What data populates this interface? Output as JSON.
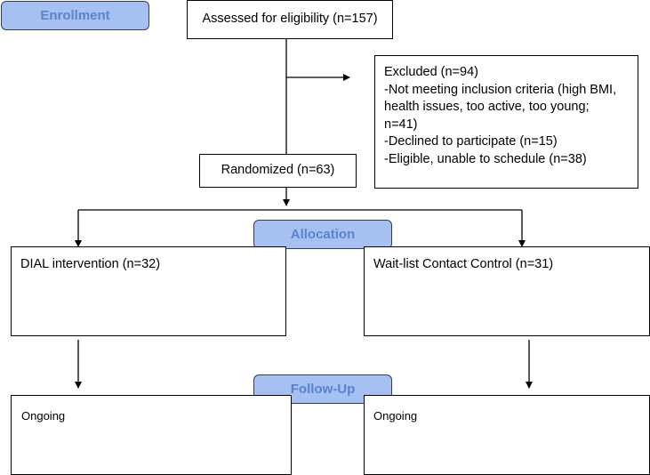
{
  "stages": {
    "enrollment": "Enrollment",
    "allocation": "Allocation",
    "follow_up": "Follow-Up"
  },
  "assessed": "Assessed for eligibility (n=157)",
  "excluded": {
    "lines": [
      "Excluded  (n=94)",
      "-Not meeting inclusion criteria (high BMI,",
      "health issues, too active, too young;",
      "n=41)",
      "-Declined to participate (n=15)",
      "-Eligible, unable to schedule (n=38)"
    ]
  },
  "randomized": "Randomized (n=63)",
  "arms": {
    "intervention": "DIAL intervention (n=32)",
    "control": "Wait-list Contact Control (n=31)"
  },
  "follow_up": {
    "intervention": "Ongoing",
    "control": "Ongoing"
  },
  "colors": {
    "stage_fill": "#a6c0f2",
    "stage_text": "#5b83cb",
    "line": "#000000"
  }
}
